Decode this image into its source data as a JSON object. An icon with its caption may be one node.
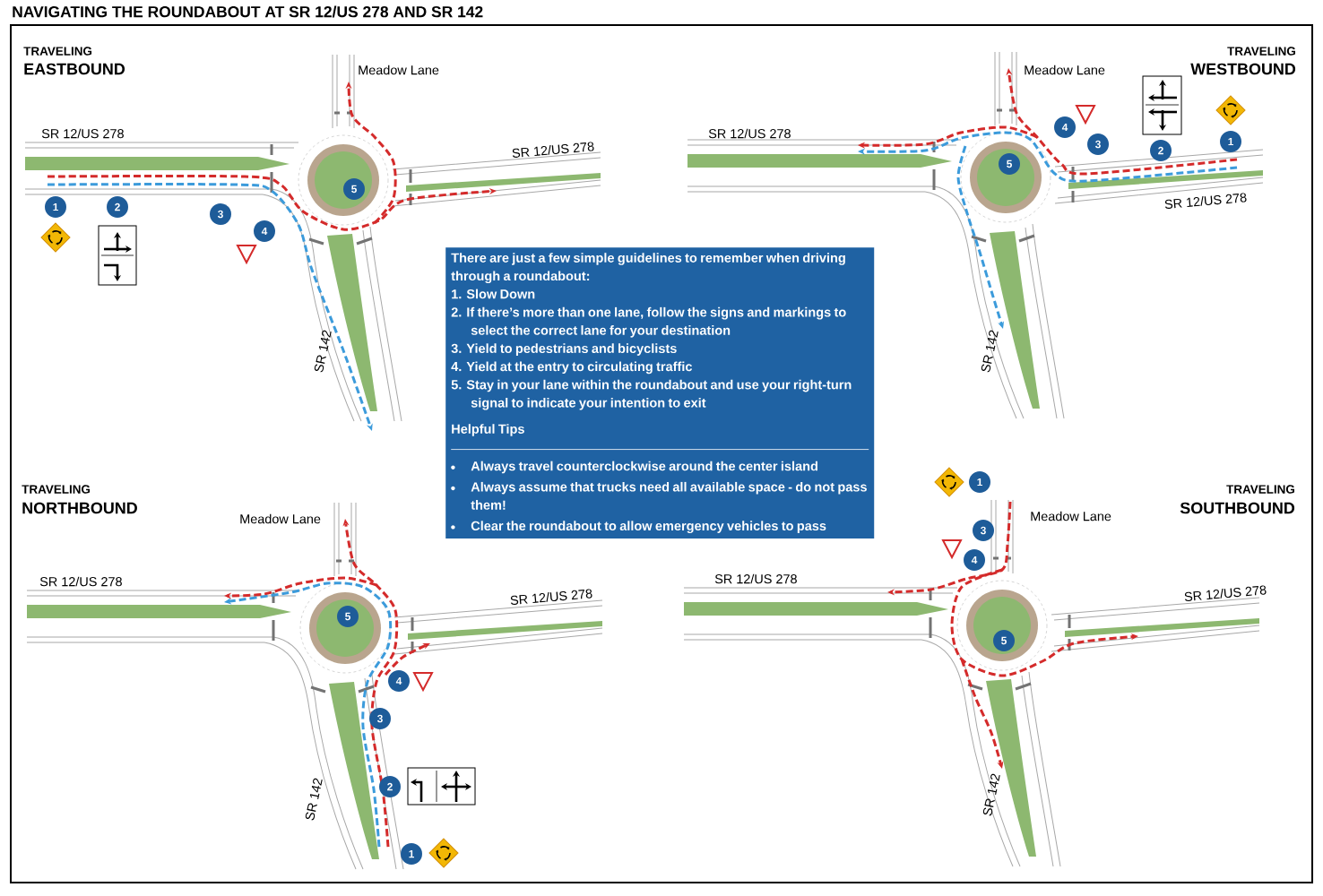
{
  "diagram": {
    "title": "NAVIGATING THE ROUNDABOUT AT SR 12/US 278 AND SR 142",
    "nodes": [
      {
        "text": [
          "1"
        ]
      },
      {
        "text": [
          "2"
        ]
      },
      {
        "text": [
          "3"
        ]
      },
      {
        "text": [
          "4"
        ]
      },
      {
        "text": [
          "5"
        ]
      },
      {
        "text": [
          "1"
        ]
      },
      {
        "text": [
          "2"
        ]
      },
      {
        "text": [
          "3"
        ]
      },
      {
        "text": [
          "4"
        ]
      },
      {
        "text": [
          "5"
        ]
      },
      {
        "text": [
          "There are just a few simple guidelines to remember when driving through a roundabout:",
          "1. Slow Down",
          "2. If there’s more than one lane, follow the signs and markings to select the correct lane for your destination",
          "3. Yield to pedestrians and bicyclists",
          "4. Yield at the entry to circulating traffic",
          "5. Stay in your lane within the roundabout and use your right-turn signal to indicate your intention to exit",
          "Helpful Tips",
          "Always travel counterclockwise around the center island",
          "Always assume that trucks need all available space - do not pass them!",
          "Clear the roundabout to allow emergency vehicles to pass"
        ]
      },
      {
        "text": [
          "1"
        ]
      },
      {
        "text": [
          "2"
        ]
      },
      {
        "text": [
          "3"
        ]
      },
      {
        "text": [
          "4"
        ]
      },
      {
        "text": [
          "5"
        ]
      },
      {
        "text": [
          "1"
        ]
      },
      {
        "text": [
          "3"
        ]
      },
      {
        "text": [
          "4"
        ]
      },
      {
        "text": [
          "5"
        ]
      }
    ],
    "labels": [
      "TRAVELING",
      "EASTBOUND",
      "Meadow Lane",
      "SR 12/US 278",
      "SR 12/US 278",
      "SR 142",
      "TRAVELING",
      "WESTBOUND",
      "Meadow Lane",
      "SR 12/US 278",
      "SR 12/US 278",
      "SR 142",
      "TRAVELING",
      "NORTHBOUND",
      "Meadow Lane",
      "SR 12/US 278",
      "SR 12/US 278",
      "SR 142",
      "TRAVELING",
      "SOUTHBOUND",
      "Meadow Lane",
      "SR 12/US 278",
      "SR 12/US 278",
      "SR 142"
    ]
  }
}
